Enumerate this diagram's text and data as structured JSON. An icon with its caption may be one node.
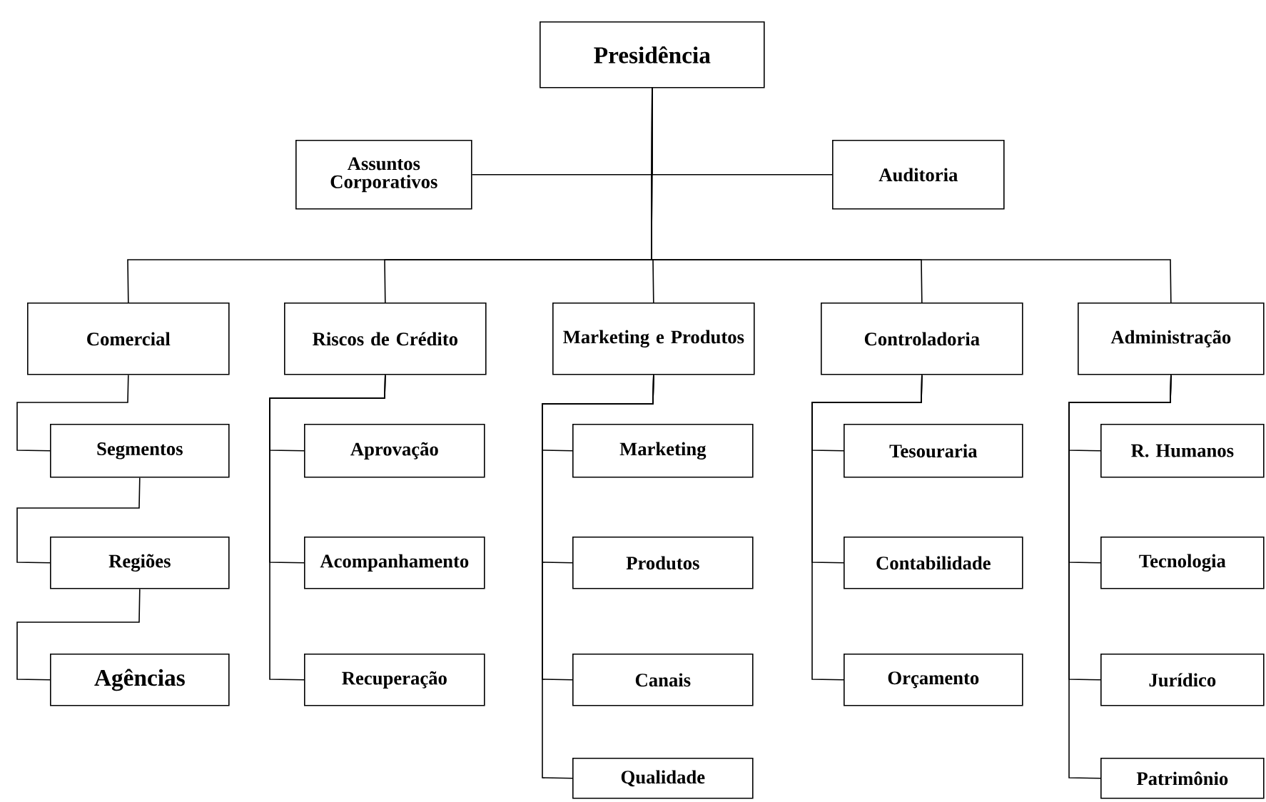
{
  "diagram": {
    "nodes": [
      {
        "text": [
          "Presidência"
        ]
      },
      {
        "text": [
          "Assuntos Corporativos"
        ]
      },
      {
        "text": [
          "Auditoria"
        ]
      },
      {
        "text": [
          "Comercial"
        ]
      },
      {
        "text": [
          "Riscos de Crédito"
        ]
      },
      {
        "text": [
          "Marketing e Produtos"
        ]
      },
      {
        "text": [
          "Controladoria"
        ]
      },
      {
        "text": [
          "Administração"
        ]
      },
      {
        "text": [
          "Segmentos"
        ]
      },
      {
        "text": [
          "Regiões"
        ]
      },
      {
        "text": [
          "Agências"
        ]
      },
      {
        "text": [
          "Aprovação"
        ]
      },
      {
        "text": [
          "Acompanhamento"
        ]
      },
      {
        "text": [
          "Recuperação"
        ]
      },
      {
        "text": [
          "Marketing"
        ]
      },
      {
        "text": [
          "Produtos"
        ]
      },
      {
        "text": [
          "Canais"
        ]
      },
      {
        "text": [
          "Qualidade"
        ]
      },
      {
        "text": [
          "Tesouraria"
        ]
      },
      {
        "text": [
          "Contabilidade"
        ]
      },
      {
        "text": [
          "Orçamento"
        ]
      },
      {
        "text": [
          "R. Humanos"
        ]
      },
      {
        "text": [
          "Tecnologia"
        ]
      },
      {
        "text": [
          "Jurídico"
        ]
      },
      {
        "text": [
          "Patrimônio"
        ]
      }
    ],
    "edges": [
      {
        "from": 0,
        "to": 1,
        "arrow": "none"
      },
      {
        "from": 0,
        "to": 2,
        "arrow": "none"
      },
      {
        "from": 0,
        "to": 3,
        "arrow": "none"
      },
      {
        "from": 0,
        "to": 4,
        "arrow": "none"
      },
      {
        "from": 0,
        "to": 5,
        "arrow": "none"
      },
      {
        "from": 0,
        "to": 6,
        "arrow": "none"
      },
      {
        "from": 0,
        "to": 7,
        "arrow": "none"
      },
      {
        "from": 3,
        "to": 8,
        "arrow": "none"
      },
      {
        "from": 8,
        "to": 9,
        "arrow": "none"
      },
      {
        "from": 9,
        "to": 10,
        "arrow": "none"
      },
      {
        "from": 4,
        "to": 11,
        "arrow": "none"
      },
      {
        "from": 4,
        "to": 12,
        "arrow": "none"
      },
      {
        "from": 4,
        "to": 13,
        "arrow": "none"
      },
      {
        "from": 5,
        "to": 14,
        "arrow": "none"
      },
      {
        "from": 5,
        "to": 15,
        "arrow": "none"
      },
      {
        "from": 5,
        "to": 16,
        "arrow": "none"
      },
      {
        "from": 5,
        "to": 17,
        "arrow": "none"
      },
      {
        "from": 6,
        "to": 18,
        "arrow": "none"
      },
      {
        "from": 6,
        "to": 19,
        "arrow": "none"
      },
      {
        "from": 6,
        "to": 20,
        "arrow": "none"
      },
      {
        "from": 7,
        "to": 21,
        "arrow": "none"
      },
      {
        "from": 7,
        "to": 22,
        "arrow": "none"
      },
      {
        "from": 7,
        "to": 23,
        "arrow": "none"
      },
      {
        "from": 7,
        "to": 24,
        "arrow": "none"
      }
    ]
  }
}
